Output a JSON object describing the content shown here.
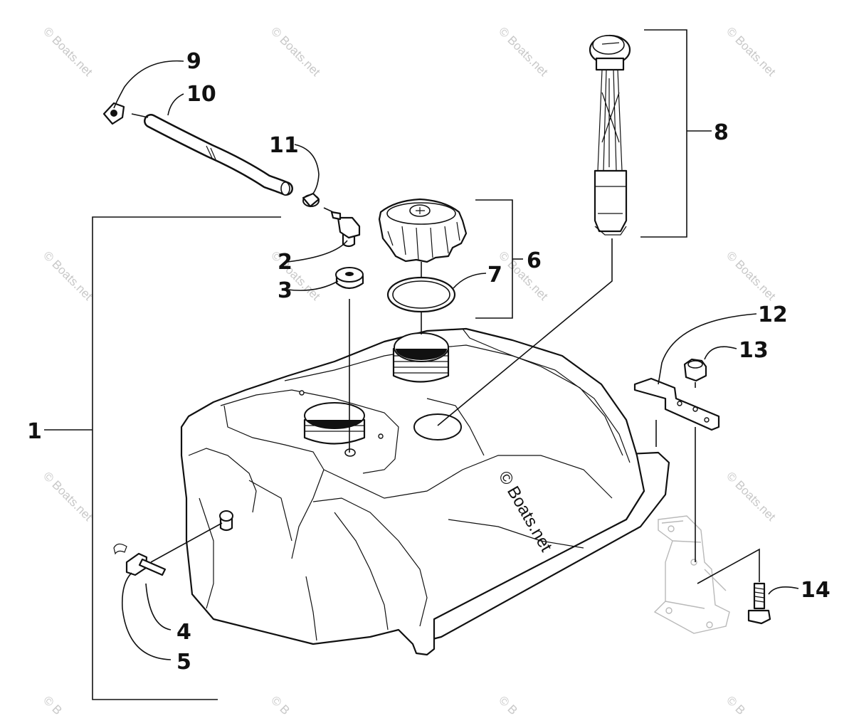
{
  "watermark": {
    "text": "© Boats.net",
    "partial_text": "© B",
    "color": "#c8c8c8"
  },
  "center_watermark": "© Boats.net",
  "callouts": [
    {
      "id": "1",
      "text": "1"
    },
    {
      "id": "2",
      "text": "2"
    },
    {
      "id": "3",
      "text": "3"
    },
    {
      "id": "4",
      "text": "4"
    },
    {
      "id": "5",
      "text": "5"
    },
    {
      "id": "6",
      "text": "6"
    },
    {
      "id": "7",
      "text": "7"
    },
    {
      "id": "8",
      "text": "8"
    },
    {
      "id": "9",
      "text": "9"
    },
    {
      "id": "10",
      "text": "10"
    },
    {
      "id": "11",
      "text": "11"
    },
    {
      "id": "12",
      "text": "12"
    },
    {
      "id": "13",
      "text": "13"
    },
    {
      "id": "14",
      "text": "14"
    }
  ]
}
